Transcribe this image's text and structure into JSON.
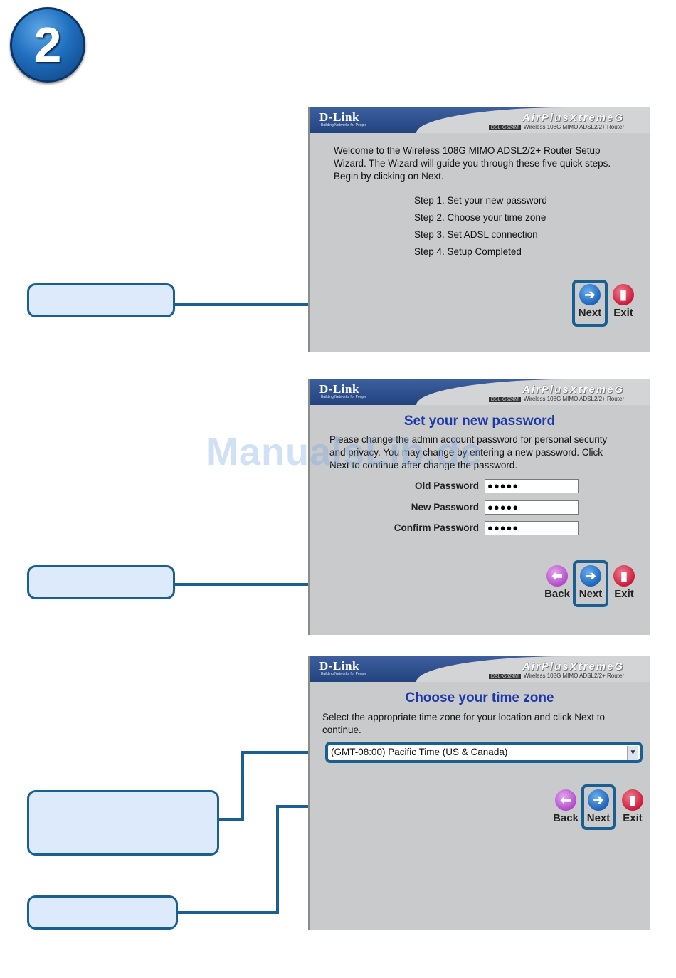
{
  "step_number": "2",
  "brand": {
    "name": "D-Link",
    "tagline": "Building Networks for People",
    "product": "AirPlusXtremeG",
    "model_tag": "DSL-G624M",
    "model_desc": "Wireless 108G MIMO ADSL2/2+ Router"
  },
  "panel1": {
    "intro_lines": [
      "Welcome to the Wireless 108G MIMO ADSL2/2+ Router Setup",
      "Wizard. The Wizard will guide you through these five quick steps.",
      "Begin by clicking on Next."
    ],
    "steps": [
      "Step 1. Set your new password",
      "Step 2. Choose your time zone",
      "Step 3. Set ADSL connection",
      "Step 4. Setup Completed"
    ],
    "next_label": "Next",
    "exit_label": "Exit"
  },
  "panel2": {
    "title": "Set your new password",
    "desc_lines": [
      "Please change the admin account password for personal security",
      "and privacy. You may change by entering a new password. Click",
      "Next to continue after change the password."
    ],
    "old_label": "Old Password",
    "new_label": "New Password",
    "confirm_label": "Confirm Password",
    "old_value": "●●●●●",
    "new_value": "●●●●●",
    "confirm_value": "●●●●●",
    "back_label": "Back",
    "next_label": "Next",
    "exit_label": "Exit"
  },
  "panel3": {
    "title": "Choose your time zone",
    "desc_lines": [
      "Select the appropriate time zone for your location and click Next to",
      "continue."
    ],
    "timezone_value": "(GMT-08:00) Pacific Time (US & Canada)",
    "back_label": "Back",
    "next_label": "Next",
    "exit_label": "Exit"
  },
  "watermark": "ManualsLib.de",
  "icons": {
    "next": "arrow-right-icon",
    "back": "arrow-left-icon",
    "exit": "exit-icon"
  },
  "colors": {
    "accent": "#1b5f92",
    "title_blue": "#1d39a8",
    "panel_bg": "#c9cacb",
    "callout_bg": "#ddeafb"
  }
}
